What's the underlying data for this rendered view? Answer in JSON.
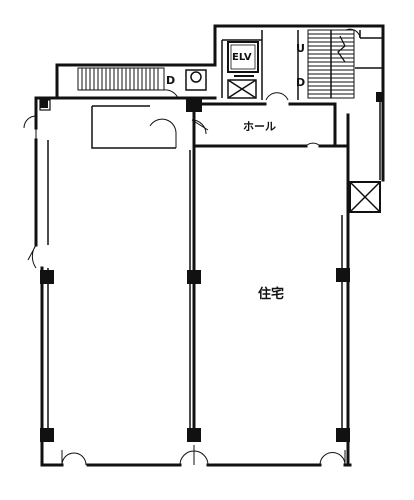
{
  "floor_plan": {
    "labels": {
      "elevator": "ELV",
      "hall": "ホール",
      "residence": "住宅",
      "stair_up": "U",
      "stair_down_left": "D",
      "stair_down_right": "D"
    }
  }
}
